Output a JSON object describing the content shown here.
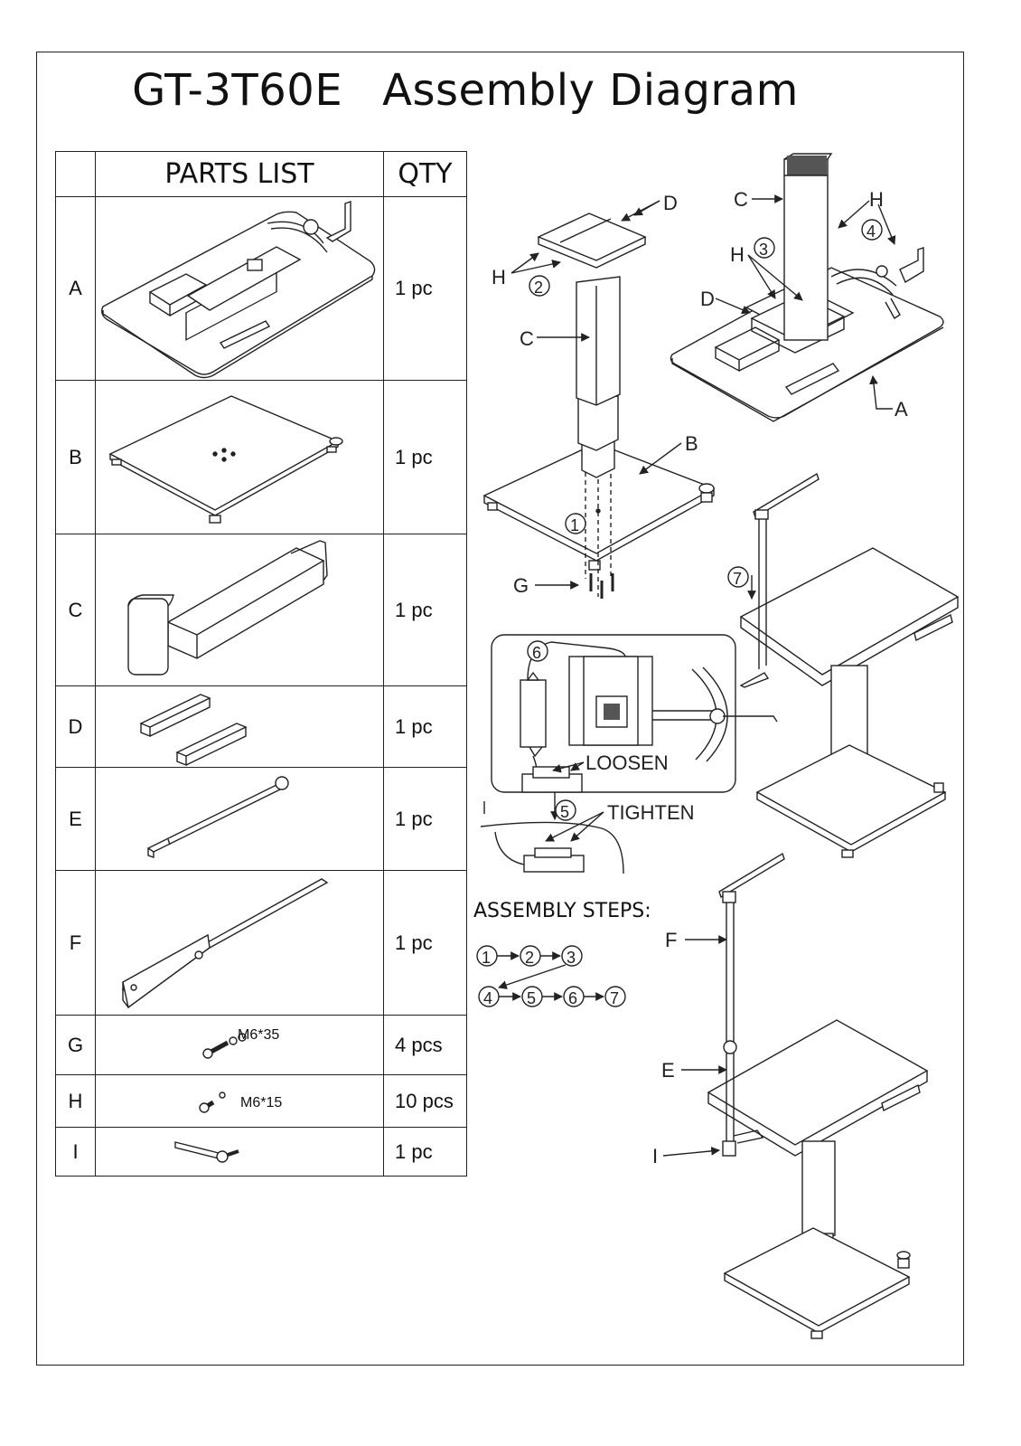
{
  "title": {
    "model": "GT-3T60E",
    "text": "Assembly Diagram"
  },
  "parts_table": {
    "headers": {
      "blank": "",
      "parts": "PARTS LIST",
      "qty": "QTY"
    },
    "rows": [
      {
        "id": "A",
        "qty": "1 pc",
        "icon": "tabletop-with-arm-icon"
      },
      {
        "id": "B",
        "qty": "1 pc",
        "icon": "base-plate-icon"
      },
      {
        "id": "C",
        "qty": "1 pc",
        "icon": "column-icon"
      },
      {
        "id": "D",
        "qty": "1 pc",
        "icon": "brackets-icon"
      },
      {
        "id": "E",
        "qty": "1 pc",
        "icon": "extension-rod-icon"
      },
      {
        "id": "F",
        "qty": "1 pc",
        "icon": "support-arm-icon"
      },
      {
        "id": "G",
        "qty": "4 pcs",
        "spec": "M6*35",
        "icon": "bolt-m6x35-icon"
      },
      {
        "id": "H",
        "qty": "10 pcs",
        "spec": "M6*15",
        "icon": "bolt-m6x15-icon"
      },
      {
        "id": "I",
        "qty": "1 pc",
        "icon": "handle-knob-icon"
      }
    ]
  },
  "callouts": {
    "d_top": "D",
    "h_top": "H",
    "c_top": "C",
    "b": "B",
    "g": "G",
    "c_right": "C",
    "h_right_1": "H",
    "h_right_2": "H",
    "d_right": "D",
    "a_right": "A",
    "f": "F",
    "e": "E",
    "i": "I",
    "loosen": "LOOSEN",
    "tighten": "TIGHTEN"
  },
  "step_markers": {
    "s1": "1",
    "s2": "2",
    "s3": "3",
    "s4": "4",
    "s5": "5",
    "s6": "6",
    "s7": "7"
  },
  "assembly_steps": {
    "title": "ASSEMBLY STEPS:",
    "row1": [
      "1",
      "2",
      "3"
    ],
    "row2": [
      "4",
      "5",
      "6",
      "7"
    ]
  }
}
